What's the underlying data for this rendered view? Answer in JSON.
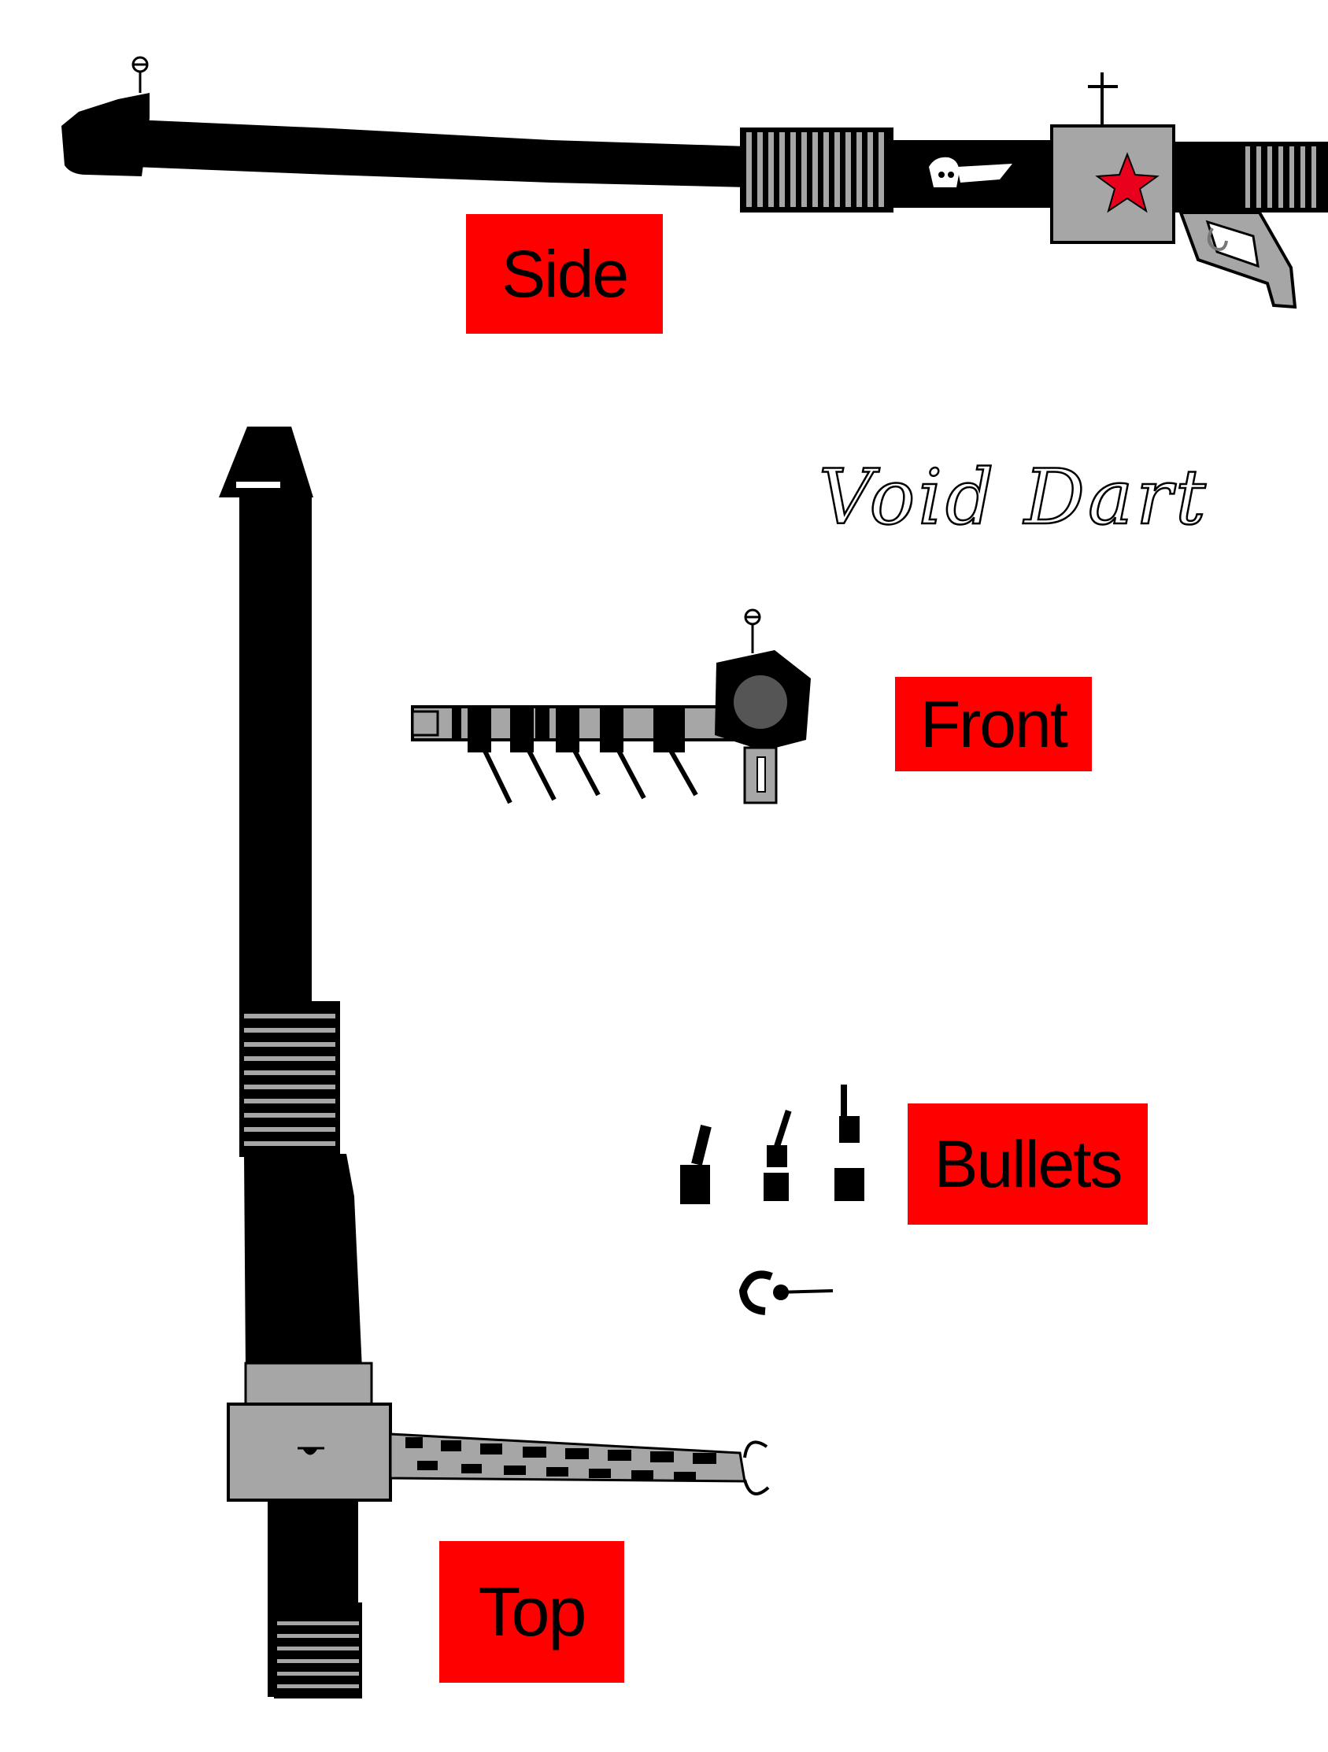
{
  "title": "Void Dart",
  "labels": {
    "side": "Side",
    "front": "Front",
    "bullets": "Bullets",
    "top": "Top"
  },
  "colors": {
    "label_bg": "#ff0000",
    "ink": "#000000",
    "metal_grey": "#a6a6a6",
    "star": "#e8001c"
  },
  "icons": [
    "star-emblem-icon",
    "skull-emblem-icon",
    "crosshair-sight-icon"
  ]
}
